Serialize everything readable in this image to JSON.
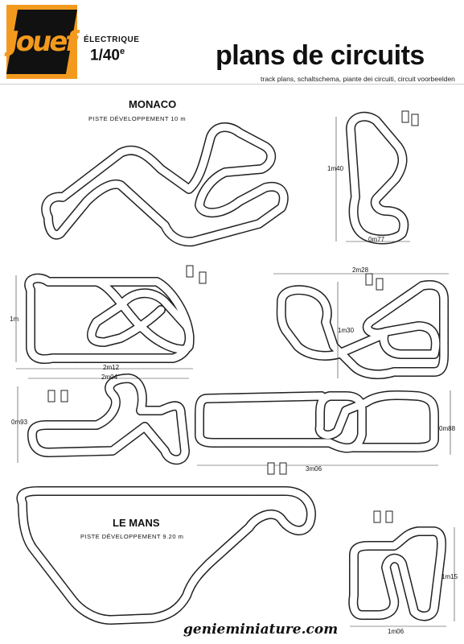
{
  "header": {
    "logo": "Jouef",
    "electrique": "ÉLECTRIQUE",
    "scale_main": "1/40",
    "scale_sup": "e",
    "title": "plans de circuits",
    "subtitle": "track plans, schaltschema, piante dei circuiti, circuit voorbeelden"
  },
  "circuits": {
    "monaco": {
      "name": "MONACO",
      "piste": "PISTE DÉVELOPPEMENT   10 m"
    },
    "small_top_right": {
      "height": "1m40",
      "width": "0m77"
    },
    "figure8": {
      "height": "1m",
      "width": "2m12"
    },
    "right_mid": {
      "width": "2m28",
      "height": "1m30"
    },
    "left_lower": {
      "width": "2m04",
      "height": "0m93"
    },
    "center_oval": {
      "height": "0m88",
      "width": "3m06"
    },
    "le_mans": {
      "name": "LE MANS",
      "piste": "PISTE DÉVELOPPEMENT   9.20 m"
    },
    "small_bottom_right": {
      "height": "1m15",
      "width": "1m06"
    }
  },
  "footer": {
    "site": "genieminiature.com"
  },
  "colors": {
    "logo_bg": "#f39a1e",
    "logo_fg": "#111111",
    "track": "#222222"
  }
}
